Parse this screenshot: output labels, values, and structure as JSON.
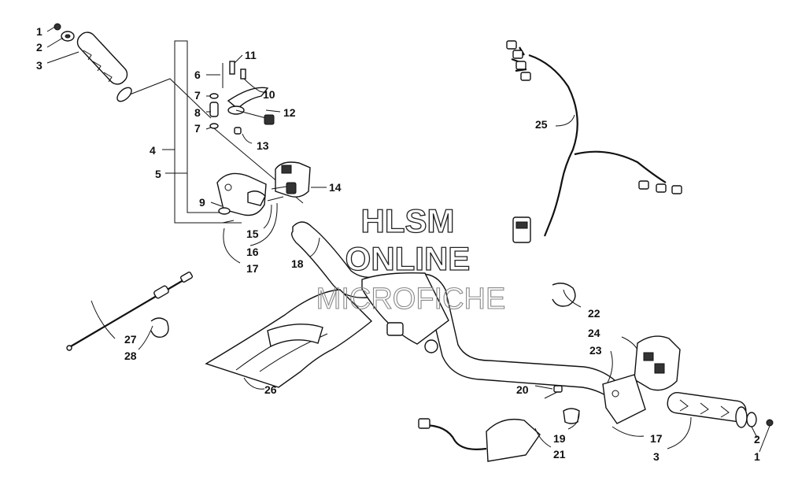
{
  "watermark": {
    "line1": "HLSM",
    "line2": "ONLINE",
    "line3": "MICROFICHE"
  },
  "callouts": [
    {
      "id": "c1a",
      "text": "1"
    },
    {
      "id": "c2a",
      "text": "2"
    },
    {
      "id": "c3a",
      "text": "3"
    },
    {
      "id": "c4",
      "text": "4"
    },
    {
      "id": "c5",
      "text": "5"
    },
    {
      "id": "c6",
      "text": "6"
    },
    {
      "id": "c7a",
      "text": "7"
    },
    {
      "id": "c7b",
      "text": "7"
    },
    {
      "id": "c8",
      "text": "8"
    },
    {
      "id": "c9",
      "text": "9"
    },
    {
      "id": "c10",
      "text": "10"
    },
    {
      "id": "c11",
      "text": "11"
    },
    {
      "id": "c12",
      "text": "12"
    },
    {
      "id": "c13",
      "text": "13"
    },
    {
      "id": "c14",
      "text": "14"
    },
    {
      "id": "c15",
      "text": "15"
    },
    {
      "id": "c16",
      "text": "16"
    },
    {
      "id": "c17a",
      "text": "17"
    },
    {
      "id": "c17b",
      "text": "17"
    },
    {
      "id": "c18",
      "text": "18"
    },
    {
      "id": "c19",
      "text": "19"
    },
    {
      "id": "c20",
      "text": "20"
    },
    {
      "id": "c21",
      "text": "21"
    },
    {
      "id": "c22",
      "text": "22"
    },
    {
      "id": "c23",
      "text": "23"
    },
    {
      "id": "c24",
      "text": "24"
    },
    {
      "id": "c25",
      "text": "25"
    },
    {
      "id": "c26",
      "text": "26"
    },
    {
      "id": "c27",
      "text": "27"
    },
    {
      "id": "c28",
      "text": "28"
    },
    {
      "id": "c1b",
      "text": "1"
    },
    {
      "id": "c2b",
      "text": "2"
    },
    {
      "id": "c3b",
      "text": "3"
    }
  ]
}
